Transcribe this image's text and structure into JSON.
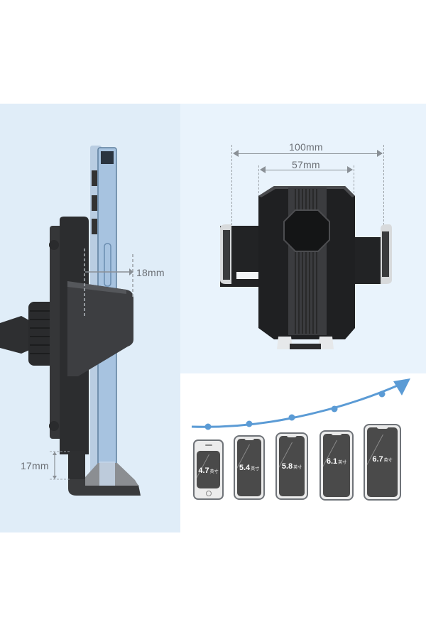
{
  "side_view": {
    "phone_depth_label": "18mm",
    "bottom_lip_label": "17mm"
  },
  "front_view": {
    "max_width_label": "100mm",
    "min_width_label": "57mm"
  },
  "compatibility": {
    "unit_label": "英寸",
    "phones": [
      {
        "size": "4.7",
        "style": "classic"
      },
      {
        "size": "5.4",
        "style": "notch"
      },
      {
        "size": "5.8",
        "style": "notch"
      },
      {
        "size": "6.1",
        "style": "notch"
      },
      {
        "size": "6.7",
        "style": "notch"
      }
    ],
    "trend_color": "#5b9bd5"
  },
  "colors": {
    "left_panel_bg": "#e0edf8",
    "right_panel_bg": "#e9f3fc",
    "dimension_text": "#6b6f75",
    "mount_body": "#2b2c2e"
  }
}
